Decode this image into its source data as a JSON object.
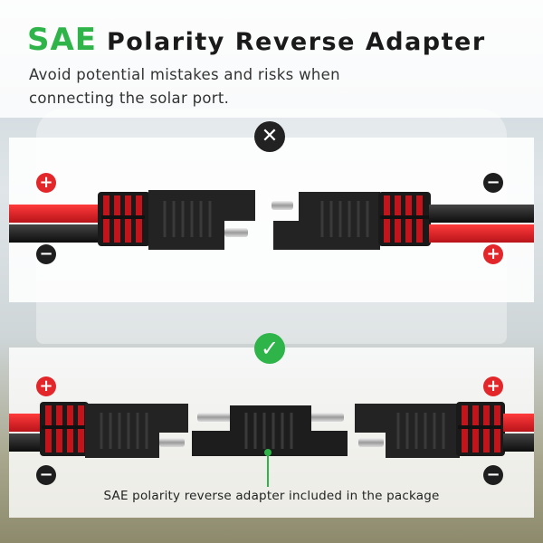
{
  "header": {
    "brand": "SAE",
    "title": "Polarity Reverse Adapter",
    "subtitle": "Avoid potential mistakes and risks when connecting the solar port."
  },
  "badges": {
    "wrong": "✕",
    "correct": "✓"
  },
  "signs": {
    "plus": "+",
    "minus": "−"
  },
  "caption": "SAE polarity reverse adapter included in the package",
  "colors": {
    "brand_green": "#2fb44a",
    "positive_red": "#e3262a",
    "negative_black": "#1e1e1e"
  }
}
